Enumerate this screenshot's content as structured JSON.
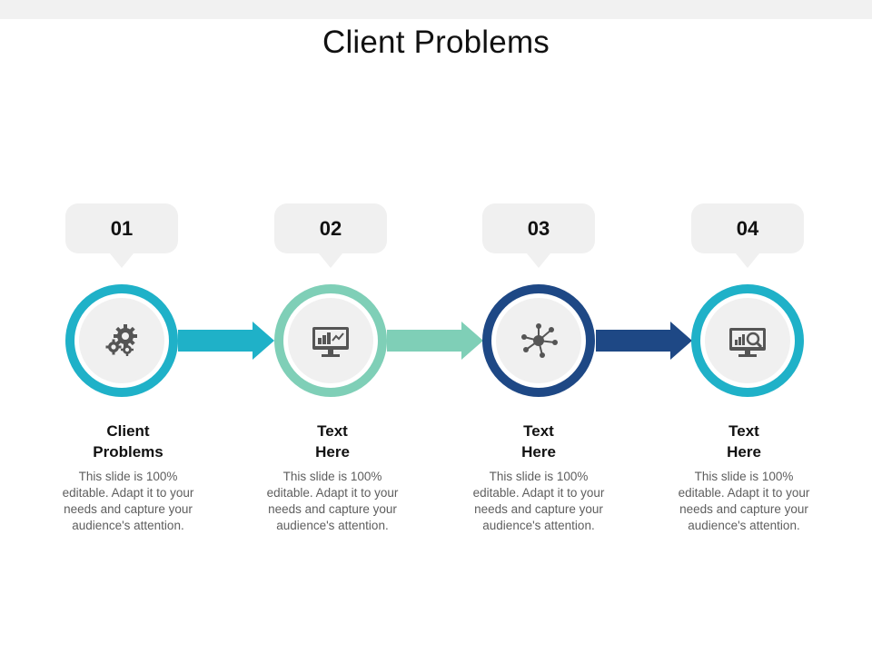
{
  "title": "Client Problems",
  "colors": {
    "teal": "#1fb1c8",
    "mint": "#7fcfb7",
    "navy": "#1e4885",
    "icon": "#555555",
    "bubble": "#f0f0f0"
  },
  "steps": [
    {
      "number": "01",
      "title_line1": "Client",
      "title_line2": "Problems",
      "icon": "gears-icon",
      "ring_color": "#1fb1c8",
      "desc": [
        "This slide is 100%",
        "editable. Adapt it to your",
        "needs and capture your",
        "audience's attention."
      ]
    },
    {
      "number": "02",
      "title_line1": "Text",
      "title_line2": "Here",
      "icon": "monitor-chart-icon",
      "ring_color": "#7fcfb7",
      "desc": [
        "This slide is 100%",
        "editable. Adapt it to your",
        "needs and capture your",
        "audience's attention."
      ]
    },
    {
      "number": "03",
      "title_line1": "Text",
      "title_line2": "Here",
      "icon": "network-hub-icon",
      "ring_color": "#1e4885",
      "desc": [
        "This slide is 100%",
        "editable. Adapt it to your",
        "needs and capture your",
        "audience's attention."
      ]
    },
    {
      "number": "04",
      "title_line1": "Text",
      "title_line2": "Here",
      "icon": "analytics-search-icon",
      "ring_color": "#1fb1c8",
      "desc": [
        "This slide is 100%",
        "editable. Adapt it to your",
        "needs and capture your",
        "audience's attention."
      ]
    }
  ],
  "arrows": [
    {
      "color": "#1fb1c8"
    },
    {
      "color": "#7fcfb7"
    },
    {
      "color": "#1e4885"
    }
  ]
}
